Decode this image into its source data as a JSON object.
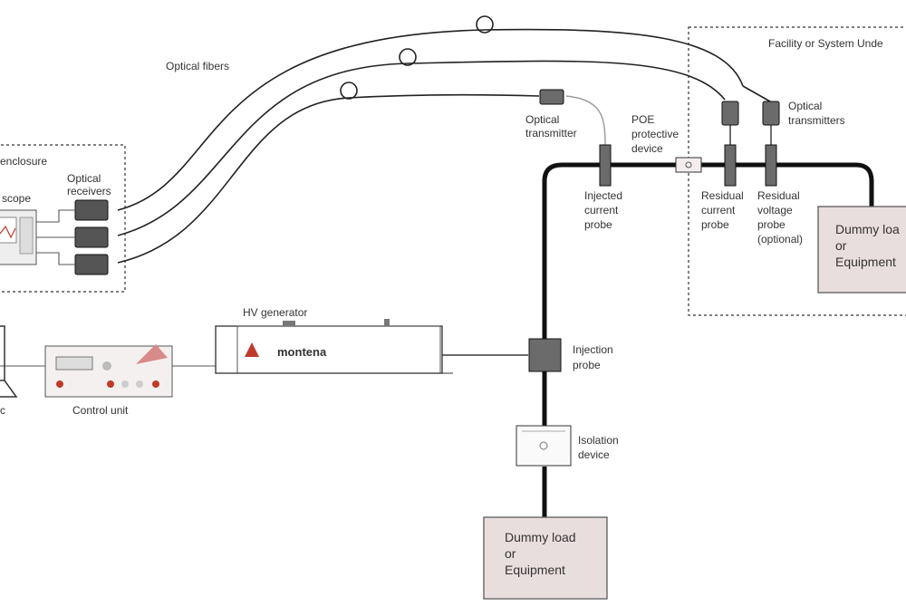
{
  "labels": {
    "optical_fibers": "Optical fibers",
    "facility": "Facility or System Unde",
    "enclosure": "enclosure",
    "scope": "scope",
    "optical_receivers": [
      "Optical",
      "receivers"
    ],
    "optical_transmitter": [
      "Optical",
      "transmitter"
    ],
    "poe": [
      "POE",
      "protective",
      "device"
    ],
    "optical_transmitters": [
      "Optical",
      "transmitters"
    ],
    "injected_probe": [
      "Injected",
      "current",
      "probe"
    ],
    "residual_current": [
      "Residual",
      "current",
      "probe"
    ],
    "residual_voltage": [
      "Residual",
      "voltage",
      "probe",
      "(optional)"
    ],
    "dummy_right": [
      "Dummy loa",
      "or",
      "Equipment"
    ],
    "hv_generator": "HV generator",
    "brand": "montena",
    "control_unit": "Control unit",
    "pc": "c",
    "injection_probe": [
      "Injection",
      "probe"
    ],
    "isolation": [
      "Isolation",
      "device"
    ],
    "dummy_bottom": [
      "Dummy load",
      "or",
      "Equipment"
    ]
  },
  "colors": {
    "box_fill": "#e9dede",
    "box_stroke": "#5b5b5b",
    "probe_fill": "#6b6b6b",
    "brand": "#c0392b",
    "line": "#111111"
  }
}
